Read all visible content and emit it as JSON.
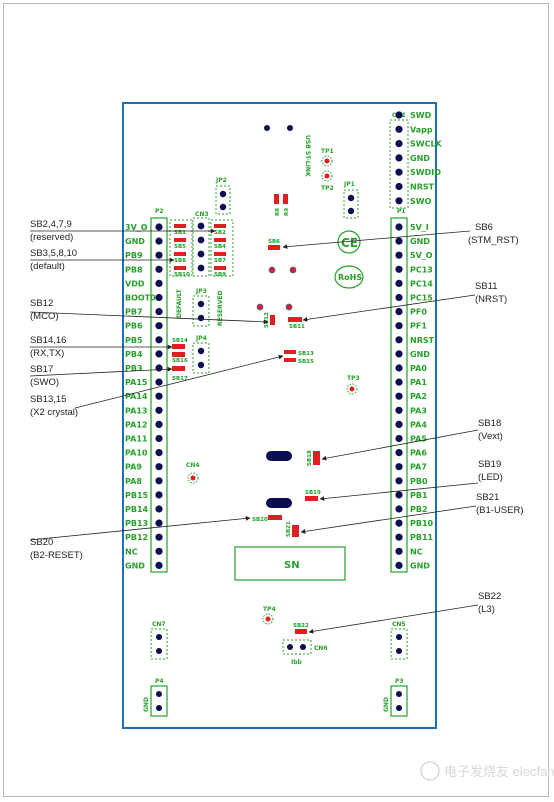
{
  "board": {
    "connector_usb": "USB ST-LINK",
    "cn2_label": "CN2",
    "cn2_pins": [
      "SWD",
      "Vapp",
      "SWCLK",
      "GND",
      "SWDIO",
      "NRST",
      "SWO"
    ],
    "jp1": "JP1",
    "jp2": "JP2",
    "jp3": "JP3",
    "jp4": "JP4",
    "tp1": "TP1",
    "tp2": "TP2",
    "tp3": "TP3",
    "tp4": "TP4",
    "cn3": "CN3",
    "cn4": "CN4",
    "cn5": "CN5",
    "cn6": "CN6",
    "cn7": "CN7",
    "p1": "P1",
    "p2": "P2",
    "p3": "P3",
    "p4": "P4",
    "default_label": "DEFAULT",
    "reserved_label": "RESERVED",
    "sn_label": "SN",
    "ibb_label": "Ibb",
    "gnd_label": "GND",
    "ce_mark": "CE",
    "rohs_mark": "RoHS",
    "p2_pins": [
      "3V_O",
      "GND",
      "PB9",
      "PB8",
      "VDD",
      "BOOT0",
      "PB7",
      "PB6",
      "PB5",
      "PB4",
      "PB3",
      "PA15",
      "PA14",
      "PA13",
      "PA12",
      "PA11",
      "PA10",
      "PA9",
      "PA8",
      "PB15",
      "PB14",
      "PB13",
      "PB12",
      "NC",
      "GND"
    ],
    "p1_pins": [
      "5V_I",
      "GND",
      "5V_O",
      "PC13",
      "PC14",
      "PC15",
      "PF0",
      "PF1",
      "NRST",
      "GND",
      "PA0",
      "PA1",
      "PA2",
      "PA3",
      "PA4",
      "PA5",
      "PA6",
      "PA7",
      "PB0",
      "PB1",
      "PB2",
      "PB10",
      "PB11",
      "NC",
      "GND"
    ],
    "sb_labels": {
      "sb1": "SB1",
      "sb3": "SB3",
      "sb5": "SB5",
      "sb8": "SB8",
      "sb10": "SB10",
      "sb2": "SB2",
      "sb4": "SB4",
      "sb7": "SB7",
      "sb9": "SB9",
      "sb6": "SB6",
      "sb11": "SB11",
      "sb12": "SB12",
      "sb13": "SB13",
      "sb14": "SB14",
      "sb15": "SB15",
      "sb16": "SB16",
      "sb17": "SB17",
      "sb18": "SB18",
      "sb19": "SB19",
      "sb20": "SB20",
      "sb21": "SB21",
      "sb22": "SB22",
      "r8": "R8",
      "r9": "R9"
    }
  },
  "annotations": {
    "a1_title": "SB2,4,7,9",
    "a1_sub": "(reserved)",
    "a2_title": "SB3,5,8,10",
    "a2_sub": "(default)",
    "a3_title": "SB12",
    "a3_sub": "(MCO)",
    "a4_title": "SB14,16",
    "a4_sub": "(RX,TX)",
    "a5_title": "SB17",
    "a5_sub": "(SWO)",
    "a6_title": "SB13,15",
    "a6_sub": "(X2 crystal)",
    "a7_title": "SB20",
    "a7_sub": "(B2-RESET)",
    "b1_title": "SB6",
    "b1_sub": "(STM_RST)",
    "b2_title": "SB11",
    "b2_sub": "(NRST)",
    "b3_title": "SB18",
    "b3_sub": "(Vext)",
    "b4_title": "SB19",
    "b4_sub": "(LED)",
    "b5_title": "SB21",
    "b5_sub": "(B1-USER)",
    "b6_title": "SB22",
    "b6_sub": "(L3)"
  },
  "watermark": "电子发烧友 elecfans.com",
  "colors": {
    "board_outline": "#1b6fb8",
    "silk": "#27a02a",
    "pad": "#0c0c50",
    "resistor": "#e02020",
    "lead": "#222222"
  }
}
